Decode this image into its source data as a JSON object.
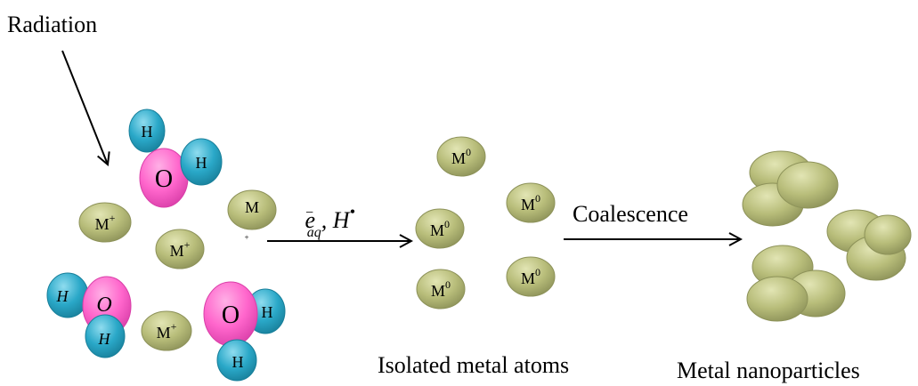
{
  "labels": {
    "radiation": "Radiation",
    "isolated": "Isolated metal atoms",
    "nanoparticles": "Metal nanoparticles",
    "coalescence": "Coalescence"
  },
  "reaction": {
    "electron_base": "e",
    "electron_sup": "−",
    "electron_sub": "aq",
    "separator": ", ",
    "hydrogen_base": "H",
    "hydrogen_sup": "•"
  },
  "atoms": {
    "h": "H",
    "o": "O",
    "m": "M",
    "m_sup_plus": "+",
    "m_sup_zero": "0"
  },
  "colors": {
    "metal": "#b8bd7a",
    "metal_dark": "#8d9259",
    "oxygen": "#ff66cc",
    "hydrogen": "#2aa8c8"
  }
}
